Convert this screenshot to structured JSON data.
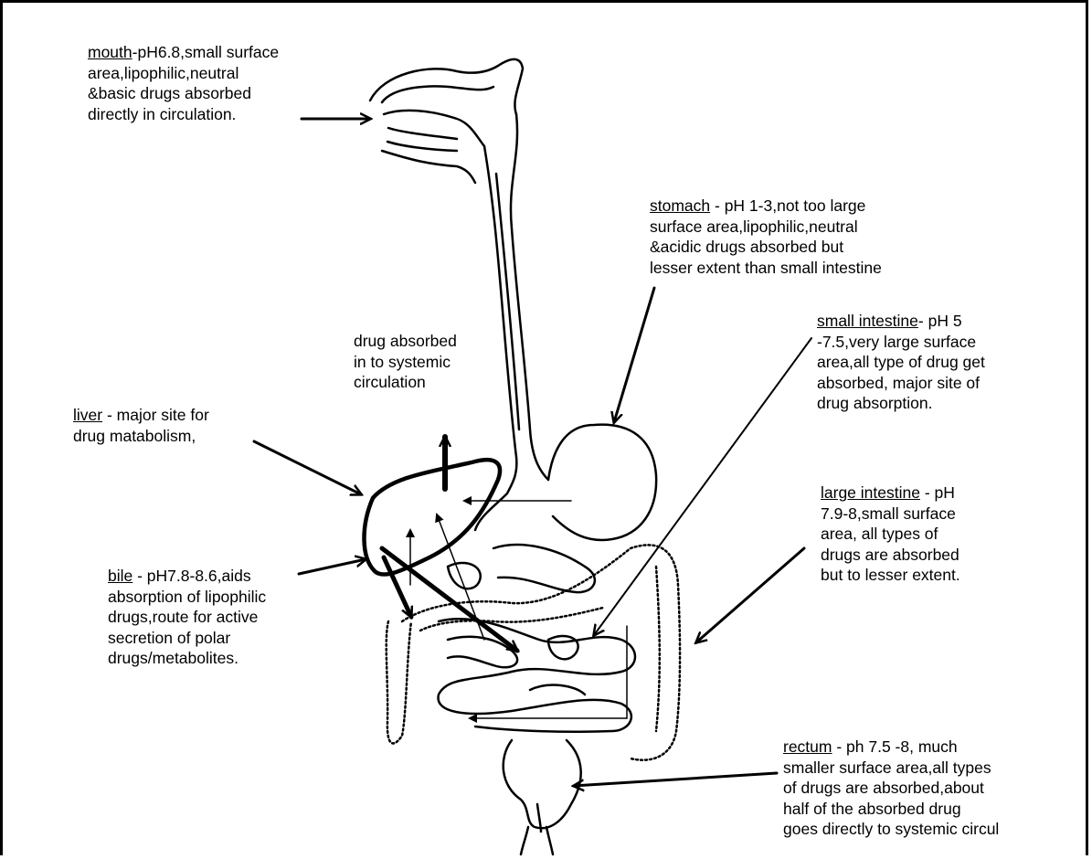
{
  "labels": {
    "mouth": {
      "title": "mouth",
      "lines": [
        "-pH6.8,small surface",
        "area,lipophilic,neutral",
        "&basic drugs absorbed",
        "directly in circulation."
      ]
    },
    "stomach": {
      "title": "stomach",
      "lines": [
        " - pH 1-3,not too large",
        "surface area,lipophilic,neutral",
        "&acidic drugs absorbed but",
        "lesser extent than small intestine"
      ]
    },
    "small_intestine": {
      "title": "small intestine",
      "lines": [
        "- pH 5",
        "-7.5,very large surface",
        "area,all type of drug get",
        "absorbed, major site of",
        "drug absorption."
      ]
    },
    "systemic": {
      "lines": [
        "drug absorbed",
        "in to systemic",
        "circulation"
      ]
    },
    "liver": {
      "title": "liver",
      "lines": [
        " - major site for",
        "drug matabolism,"
      ]
    },
    "large_intestine": {
      "title": "large intestine",
      "lines": [
        " - pH",
        "7.9-8,small surface",
        "area, all types of",
        "drugs are absorbed",
        "but to lesser extent."
      ]
    },
    "bile": {
      "title": "bile",
      "lines": [
        " - pH7.8-8.6,aids",
        "absorption of lipophilic",
        "drugs,route for active",
        "secretion of polar",
        "drugs/metabolites."
      ]
    },
    "rectum": {
      "title": "rectum",
      "lines": [
        " - ph 7.5 -8, much",
        "smaller surface area,all types",
        "of drugs are absorbed,about",
        "half of the absorbed drug",
        "goes directly to systemic circul"
      ]
    }
  }
}
